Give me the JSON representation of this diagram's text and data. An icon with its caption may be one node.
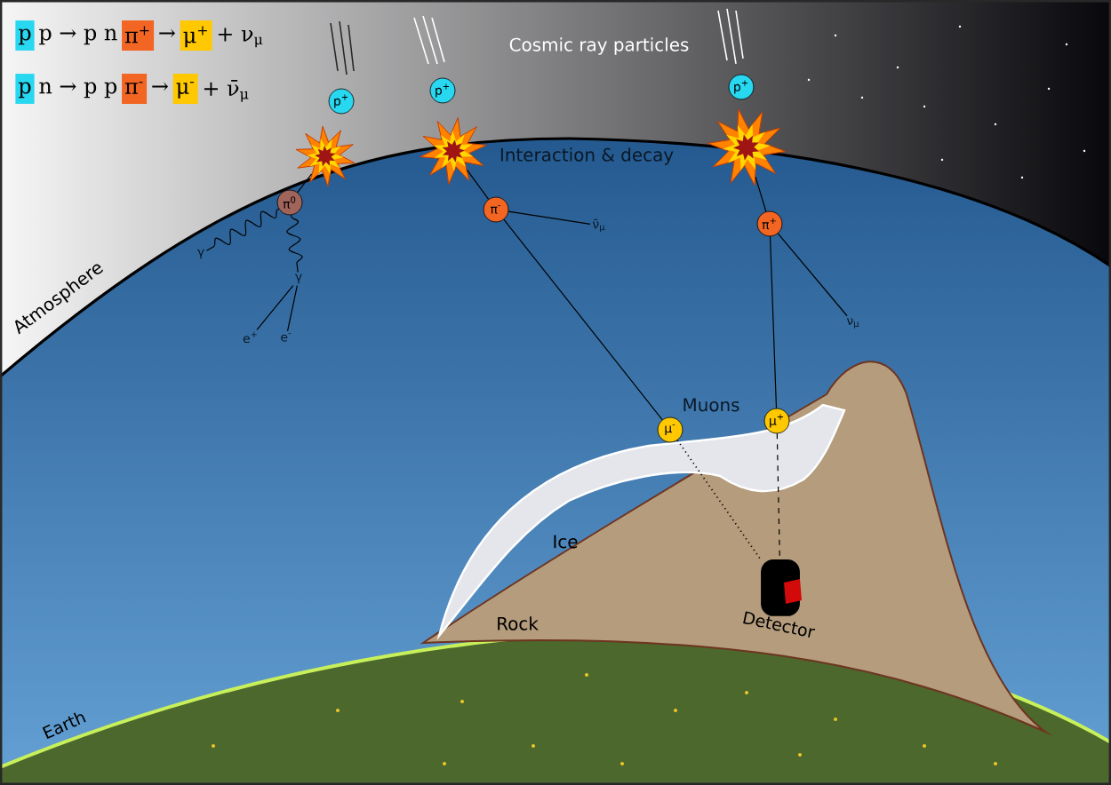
{
  "diagram": {
    "nodes": [
      {
        "text": [
          "p"
        ]
      },
      {
        "text": [
          "π$^{+}$"
        ]
      },
      {
        "text": [
          "μ$^{+}$"
        ]
      },
      {
        "text": [
          "p"
        ]
      },
      {
        "text": [
          "π$^{-}$"
        ]
      },
      {
        "text": [
          "μ$^{-}$"
        ]
      },
      {
        "text": [
          "p$^{+}$"
        ]
      },
      {
        "text": [
          "p$^{+}$"
        ]
      },
      {
        "text": [
          "p$^{+}$"
        ]
      },
      {
        "text": [],
        "shape": "star"
      },
      {
        "text": [],
        "shape": "star"
      },
      {
        "text": [],
        "shape": "star"
      },
      {
        "text": [
          "π$^{0}$"
        ]
      },
      {
        "text": [
          "π$^{-}$"
        ]
      },
      {
        "text": [
          "π$^{+}$"
        ]
      },
      {
        "text": [
          "ν̄$_{μ}$"
        ]
      },
      {
        "text": [
          "γ"
        ]
      },
      {
        "text": [
          "γ"
        ]
      },
      {
        "text": [
          "ν$_{μ}$"
        ]
      },
      {
        "text": [
          "e$^{+}$"
        ]
      },
      {
        "text": [
          "e$^{-}$"
        ]
      },
      {
        "text": [
          "μ$^{-}$"
        ]
      },
      {
        "text": [
          "μ$^{+}$"
        ]
      },
      {
        "text": [
          "Detector"
        ]
      }
    ],
    "edges": [
      {
        "from": 9,
        "to": 12,
        "arrow": "none"
      },
      {
        "from": 12,
        "to": 16,
        "arrow": "none"
      },
      {
        "from": 12,
        "to": 17,
        "arrow": "none"
      },
      {
        "from": 17,
        "to": 19,
        "arrow": "none"
      },
      {
        "from": 17,
        "to": 20,
        "arrow": "none"
      },
      {
        "from": 10,
        "to": 13,
        "arrow": "none"
      },
      {
        "from": 13,
        "to": 15,
        "arrow": "none"
      },
      {
        "from": 13,
        "to": 21,
        "arrow": "none"
      },
      {
        "from": 21,
        "to": 23,
        "arrow": "none",
        "style": "dashed"
      },
      {
        "from": 11,
        "to": 14,
        "arrow": "none"
      },
      {
        "from": 14,
        "to": 18,
        "arrow": "none"
      },
      {
        "from": 14,
        "to": 22,
        "arrow": "none"
      },
      {
        "from": 22,
        "to": 23,
        "arrow": "none",
        "style": "dashed"
      }
    ],
    "labels": [
      "p → p n",
      "→",
      "+ ν$_{μ}$",
      "n → p p",
      "→",
      "+ ν̄$_{μ}$",
      "Cosmic ray particles",
      "Interaction & decay",
      "Atmosphere",
      "Muons",
      "Ice",
      "Rock",
      "Earth"
    ]
  }
}
